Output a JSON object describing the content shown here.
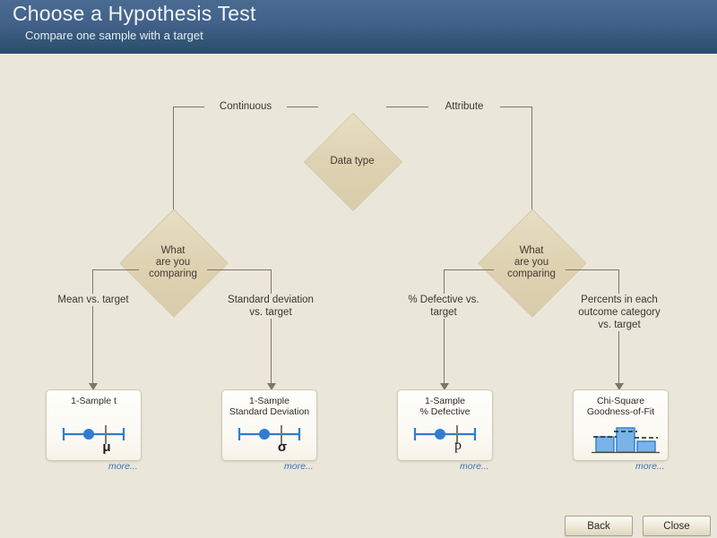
{
  "header": {
    "title": "Choose a Hypothesis Test",
    "subtitle": "Compare one sample with a target",
    "gradient_top": "#4A6B90",
    "gradient_bottom": "#2B4E70"
  },
  "colors": {
    "background": "#EAE7DA",
    "diamond_fill": "#DED2B2",
    "connector": "#7C7669",
    "card_fill": "#FBFAF4",
    "link": "#3C6FB4",
    "accent_blue": "#2E7DD1"
  },
  "flowchart": {
    "root": {
      "label": "Data type"
    },
    "root_branches": [
      {
        "label": "Continuous"
      },
      {
        "label": "Attribute"
      }
    ],
    "decisions": [
      {
        "label": "What\nare you\ncomparing"
      },
      {
        "label": "What\nare you\ncomparing"
      }
    ],
    "branch_labels": [
      {
        "label": "Mean vs. target"
      },
      {
        "label": "Standard deviation\nvs. target"
      },
      {
        "label": "% Defective vs.\ntarget"
      },
      {
        "label": "Percents in each\noutcome category\nvs. target"
      }
    ],
    "cards": [
      {
        "title": "1-Sample t",
        "symbol": "μ",
        "art": "interval-plot",
        "more_label": "more..."
      },
      {
        "title": "1-Sample\nStandard Deviation",
        "symbol": "σ",
        "art": "interval-plot",
        "more_label": "more..."
      },
      {
        "title": "1-Sample\n% Defective",
        "symbol": "p",
        "art": "interval-plot",
        "more_label": "more..."
      },
      {
        "title": "Chi-Square\nGoodness-of-Fit",
        "symbol": "",
        "art": "bar-chart",
        "more_label": "more..."
      }
    ]
  },
  "footer": {
    "back_label": "Back",
    "close_label": "Close"
  }
}
